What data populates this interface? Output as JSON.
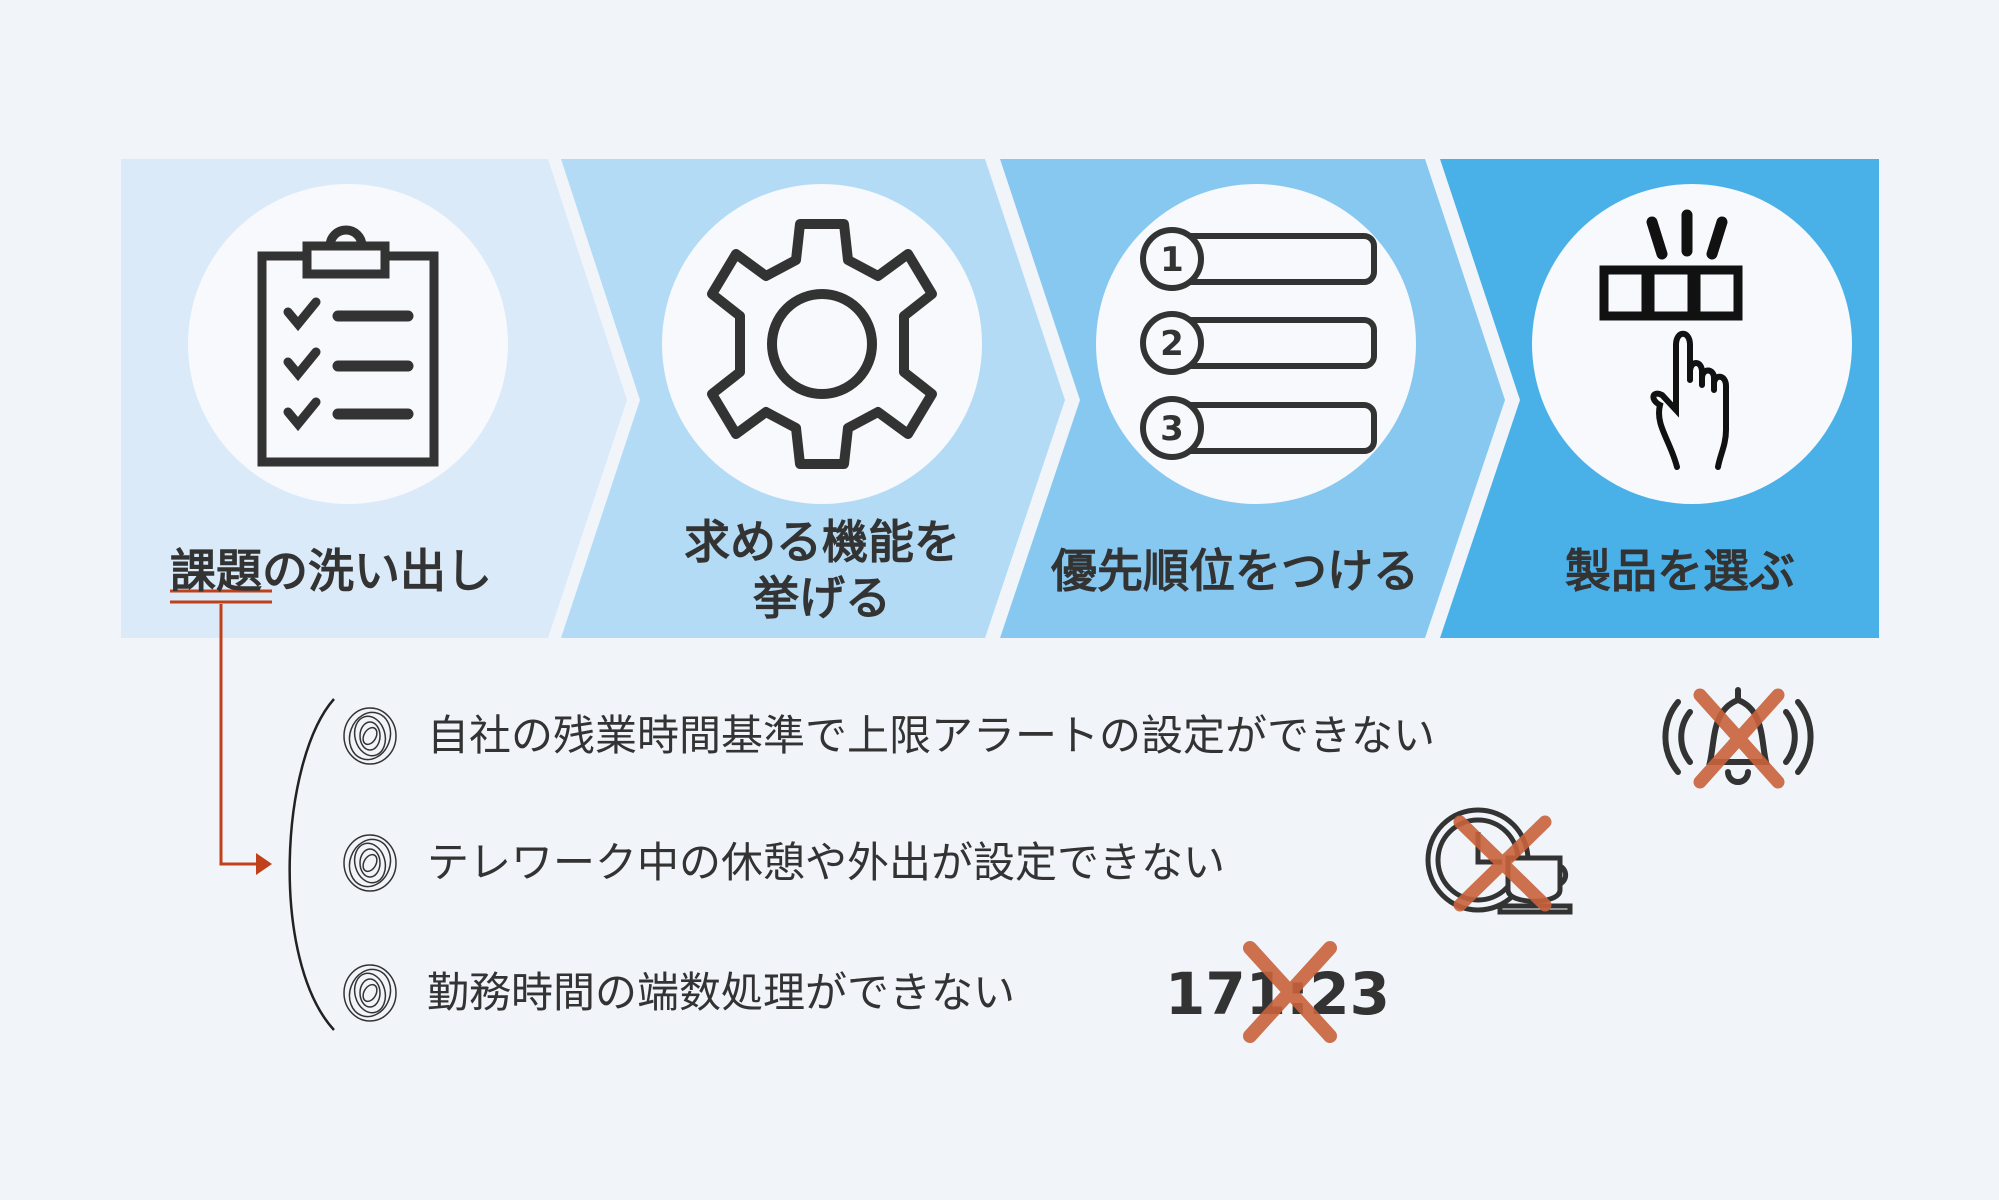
{
  "steps": [
    {
      "label": "課題の洗い出し",
      "icon": "clipboard-checklist-icon",
      "color": "#dbeaf9"
    },
    {
      "label_line1": "求める機能を",
      "label_line2": "挙げる",
      "icon": "gear-icon",
      "color": "#b3dbf5"
    },
    {
      "label": "優先順位をつける",
      "icon": "numbered-list-icon",
      "color": "#86c8f0",
      "numbers": [
        "1",
        "2",
        "3"
      ]
    },
    {
      "label": "製品を選ぶ",
      "icon": "hand-select-icon",
      "color": "#4ab0e8"
    }
  ],
  "highlight_word": "課題",
  "issues": [
    {
      "text": "自社の残業時間基準で上限アラートの設定ができない",
      "icon": "bell-crossed-icon"
    },
    {
      "text": "テレワーク中の休憩や外出が設定できない",
      "icon": "clock-cup-crossed-icon"
    },
    {
      "text": "勤務時間の端数処理ができない",
      "time_display": "171:23",
      "icon": "cross-mark-icon"
    }
  ],
  "colors": {
    "background": "#f1f5fa",
    "accent_red": "#c0401a",
    "cross": "#c8623c",
    "text": "#333333"
  }
}
